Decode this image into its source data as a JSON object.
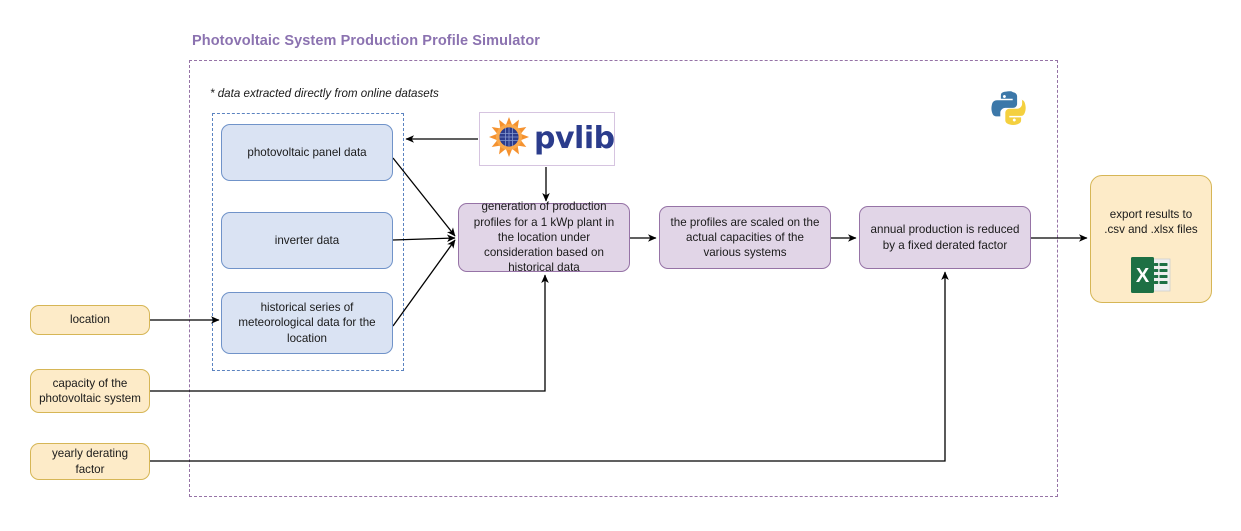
{
  "diagram": {
    "title": "Photovoltaic System Production Profile Simulator",
    "note": "* data extracted directly from online datasets"
  },
  "colors": {
    "title": "#8b72b0",
    "outer_border": "#9673a6",
    "inner_border": "#5b83c0",
    "data_fill": "#dae3f3",
    "data_border": "#7093c9",
    "process_fill": "#e1d5e7",
    "process_border": "#9673a6",
    "input_fill": "#fdebc8",
    "input_border": "#d6b656",
    "connector": "#000000",
    "pvlib_text": "#2b3c8c",
    "pvlib_sun": "#f5922f",
    "excel_green": "#1d7044",
    "python_blue": "#3c78a9",
    "python_yellow": "#ffd champion"
  },
  "data_sources": [
    {
      "id": "panel-data",
      "label": "photovoltaic panel data"
    },
    {
      "id": "inverter-data",
      "label": "inverter data"
    },
    {
      "id": "meteo-data",
      "label": "historical series of meteorological data for the location"
    }
  ],
  "process_steps": [
    {
      "id": "generation",
      "label": "generation of production profiles for a 1 kWp plant in the location under consideration based on historical data"
    },
    {
      "id": "scaling",
      "label": "the profiles are scaled on the actual capacities of the various systems"
    },
    {
      "id": "derating",
      "label": "annual production is reduced by a fixed derated factor"
    }
  ],
  "inputs": [
    {
      "id": "location",
      "label": "location"
    },
    {
      "id": "capacity",
      "label": "capacity of the photovoltaic system"
    },
    {
      "id": "derating-factor",
      "label": "yearly derating factor"
    }
  ],
  "output": {
    "id": "export",
    "label": "export results to .csv and .xlsx files",
    "icon": "excel-icon"
  },
  "logos": {
    "pvlib": {
      "wordmark": "pvlib",
      "icon": "pvlib-sun-icon"
    },
    "python": {
      "icon": "python-logo-icon"
    }
  }
}
